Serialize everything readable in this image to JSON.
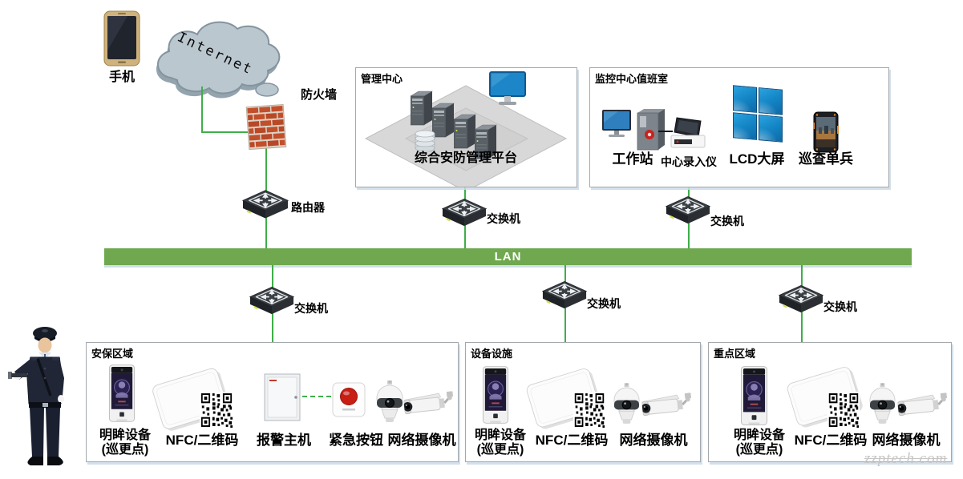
{
  "colors": {
    "lan_green": "#6fa84e",
    "line_green": "#3fae49",
    "lcd_blue": "#1486c6",
    "brick_red": "#c24f2a",
    "screen_blue": "#2f7fbe"
  },
  "nodes": {
    "phone_label": "手机",
    "internet_label": "Internet",
    "firewall_label": "防火墙",
    "router_label": "路由器",
    "switch_label": "交换机",
    "lan_label": "LAN"
  },
  "management_center": {
    "title": "管理中心",
    "platform_label": "综合安防管理平台"
  },
  "monitoring_room": {
    "title": "监控中心值班室",
    "workstation_label": "工作站",
    "recorder_label": "中心录入仪",
    "lcd_label": "LCD大屏",
    "patrol_label": "巡查单兵"
  },
  "zones": [
    {
      "title": "安保区域",
      "devices": {
        "mingmou_line1": "明眸设备",
        "mingmou_line2": "(巡更点)",
        "nfc": "NFC/二维码",
        "alarm_host": "报警主机",
        "emergency_button": "紧急按钮",
        "camera": "网络摄像机"
      }
    },
    {
      "title": "设备设施",
      "devices": {
        "mingmou_line1": "明眸设备",
        "mingmou_line2": "(巡更点)",
        "nfc": "NFC/二维码",
        "camera": "网络摄像机"
      }
    },
    {
      "title": "重点区域",
      "devices": {
        "mingmou_line1": "明眸设备",
        "mingmou_line2": "(巡更点)",
        "nfc": "NFC/二维码",
        "camera": "网络摄像机"
      }
    }
  ],
  "watermark": "zzptech.com"
}
